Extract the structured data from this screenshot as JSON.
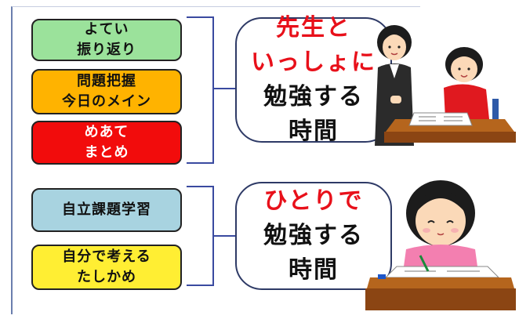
{
  "top_group": {
    "boxes": [
      {
        "line1": "よてい",
        "line2": "振り返り",
        "color": "#9be29b"
      },
      {
        "line1": "問題把握",
        "line2": "今日のメイン",
        "color": "#ffb300"
      },
      {
        "line1": "めあて",
        "line2": "まとめ",
        "color": "#f20c0c"
      }
    ],
    "bubble": {
      "highlight1": "先生と",
      "highlight2": "いっしょに",
      "line3": "勉強する",
      "line4": "時間"
    }
  },
  "bottom_group": {
    "boxes": [
      {
        "line1": "自立課題学習",
        "line2": "",
        "color": "#a8d3e0"
      },
      {
        "line1": "自分で考える",
        "line2": "たしかめ",
        "color": "#ffee33"
      }
    ],
    "bubble": {
      "highlight1": "ひとりで",
      "line2": "勉強する",
      "line3": "時間"
    }
  },
  "colors": {
    "highlight": "#e8101a",
    "bracket": "#3a4aa0",
    "desk": "#b5651d"
  },
  "illustrations": [
    "teacher-illustration",
    "student-at-desk-illustration",
    "girl-studying-illustration"
  ]
}
